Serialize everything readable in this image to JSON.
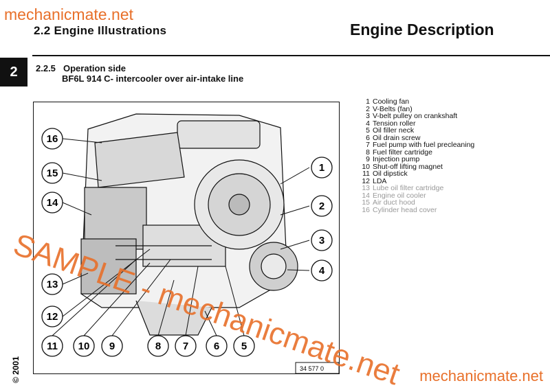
{
  "watermark": {
    "top": "mechanicmate.net",
    "bottom": "mechanicmate.net",
    "diagonal": "SAMPLE - mechanicmate.net"
  },
  "header": {
    "section": "2.2 Engine Illustrations",
    "title": "Engine Description"
  },
  "chapter_tab": "2",
  "subsection": {
    "number": "2.2.5",
    "title": "Operation side",
    "subtitle": "BF6L 914 C- intercooler over air-intake line"
  },
  "copyright": "© 2001",
  "figure_ref": "34 577 0",
  "callouts": [
    "1",
    "2",
    "3",
    "4",
    "5",
    "6",
    "7",
    "8",
    "9",
    "10",
    "11",
    "12",
    "13",
    "14",
    "15",
    "16"
  ],
  "legend": [
    {
      "n": "1",
      "text": "Cooling fan"
    },
    {
      "n": "2",
      "text": "V-Belts  (fan)"
    },
    {
      "n": "3",
      "text": "V-belt  pulley  on  crankshaft"
    },
    {
      "n": "4",
      "text": "Tension roller"
    },
    {
      "n": "5",
      "text": "Oil filler neck"
    },
    {
      "n": "6",
      "text": "Oil  drain  screw"
    },
    {
      "n": "7",
      "text": "Fuel pump with fuel precleaning"
    },
    {
      "n": "8",
      "text": "Fuel filter cartridge"
    },
    {
      "n": "9",
      "text": "Injection pump"
    },
    {
      "n": "10",
      "text": "Shut-off  lifting  magnet"
    },
    {
      "n": "11",
      "text": "Oil dipstick"
    },
    {
      "n": "12",
      "text": "LDA"
    },
    {
      "n": "13",
      "text": "Lube oil filter cartridge"
    },
    {
      "n": "14",
      "text": "Engine oil cooler"
    },
    {
      "n": "15",
      "text": "Air duct hood"
    },
    {
      "n": "16",
      "text": "Cylinder head cover"
    }
  ]
}
